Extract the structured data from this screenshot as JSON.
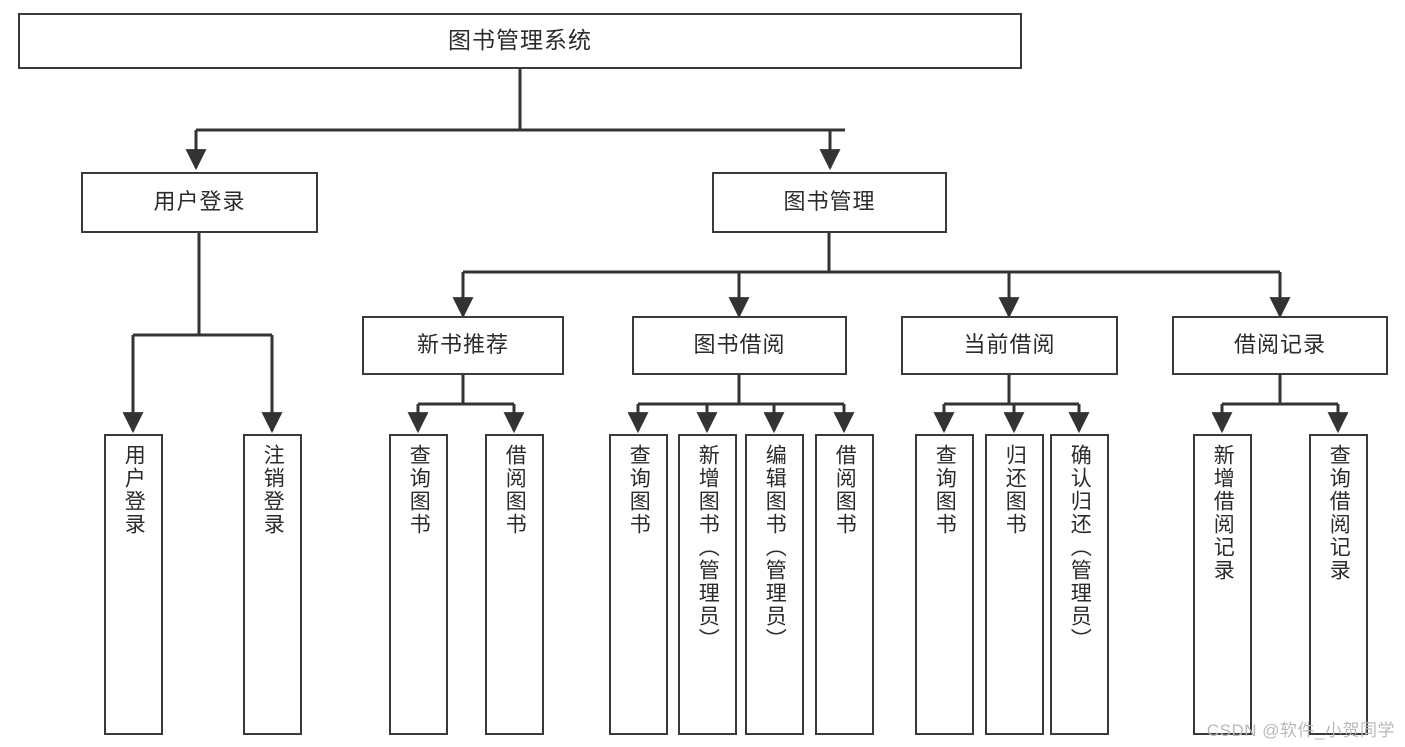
{
  "diagram": {
    "title": "图书管理系统",
    "type": "tree-hierarchy-diagram",
    "colors": {
      "background": "#ffffff",
      "node_fill": "#ffffff",
      "node_stroke": "#3a3a3a",
      "edge_stroke": "#333333",
      "text": "#2b2b2b",
      "watermark": "#b9b9b9"
    }
  },
  "watermark": {
    "text": "CSDN @软件_小贺同学"
  },
  "nodes": {
    "root": {
      "label": "图书管理系统",
      "level": 0
    },
    "level1": [
      {
        "id": "user-login",
        "label": "用户登录"
      },
      {
        "id": "book-management",
        "label": "图书管理"
      }
    ],
    "level2": [
      {
        "id": "new-book-recommend",
        "label": "新书推荐",
        "parent": "book-management"
      },
      {
        "id": "book-borrow",
        "label": "图书借阅",
        "parent": "book-management"
      },
      {
        "id": "current-borrow",
        "label": "当前借阅",
        "parent": "book-management"
      },
      {
        "id": "borrow-record",
        "label": "借阅记录",
        "parent": "book-management"
      }
    ],
    "leaves": [
      {
        "id": "leaf-user-login",
        "label": "用户登录",
        "parent": "user-login"
      },
      {
        "id": "leaf-logout-login",
        "label": "注销登录",
        "parent": "user-login"
      },
      {
        "id": "leaf-query-book-1",
        "label": "查询图书",
        "parent": "new-book-recommend"
      },
      {
        "id": "leaf-borrow-book-1",
        "label": "借阅图书",
        "parent": "new-book-recommend"
      },
      {
        "id": "leaf-query-book-2",
        "label": "查询图书",
        "parent": "book-borrow"
      },
      {
        "id": "leaf-add-book",
        "label": "新增图书（管理员）",
        "parent": "book-borrow"
      },
      {
        "id": "leaf-edit-book",
        "label": "编辑图书（管理员）",
        "parent": "book-borrow"
      },
      {
        "id": "leaf-borrow-book-2",
        "label": "借阅图书",
        "parent": "book-borrow"
      },
      {
        "id": "leaf-query-book-3",
        "label": "查询图书",
        "parent": "current-borrow"
      },
      {
        "id": "leaf-return-book",
        "label": "归还图书",
        "parent": "current-borrow"
      },
      {
        "id": "leaf-confirm-return",
        "label": "确认归还（管理员）",
        "parent": "current-borrow"
      },
      {
        "id": "leaf-add-record",
        "label": "新增借阅记录",
        "parent": "borrow-record"
      },
      {
        "id": "leaf-query-record",
        "label": "查询借阅记录",
        "parent": "borrow-record"
      }
    ]
  }
}
